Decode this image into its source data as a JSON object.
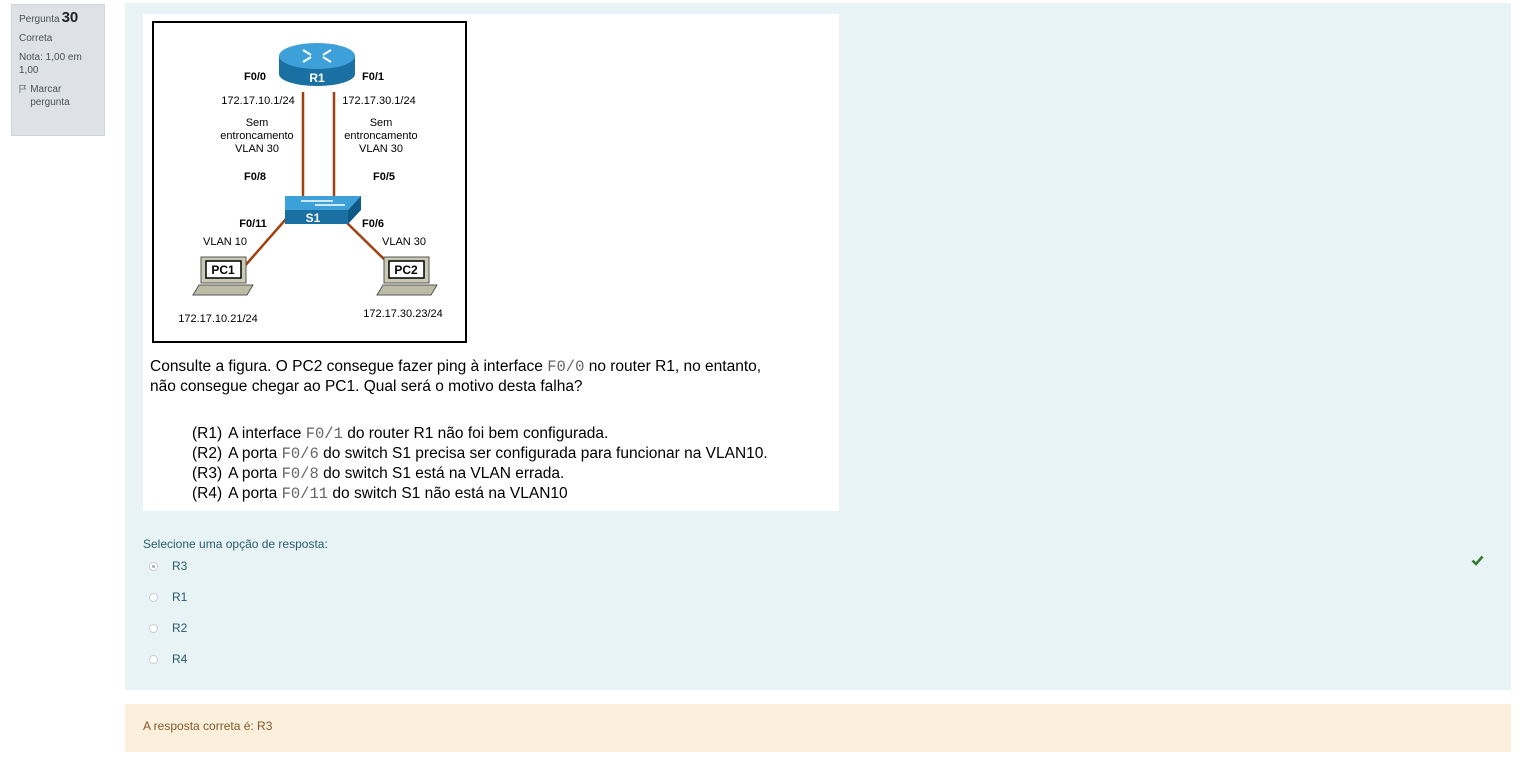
{
  "info": {
    "question_label": "Pergunta",
    "question_number": "30",
    "state": "Correta",
    "grade": "Nota: 1,00 em 1,00",
    "flag_label": "Marcar pergunta"
  },
  "diagram": {
    "router": {
      "name": "R1"
    },
    "switch": {
      "name": "S1"
    },
    "pc1": {
      "name": "PC1",
      "ip": "172.17.10.21/24",
      "port": "F0/11",
      "vlan": "VLAN 10"
    },
    "pc2": {
      "name": "PC2",
      "ip": "172.17.30.23/24",
      "port": "F0/6",
      "vlan": "VLAN 30"
    },
    "left_link": {
      "router_port": "F0/0",
      "router_ip": "172.17.10.1/24",
      "note_1": "Sem",
      "note_2": "entroncamento",
      "note_3": "VLAN 30",
      "switch_port": "F0/8"
    },
    "right_link": {
      "router_port": "F0/1",
      "router_ip": "172.17.30.1/24",
      "note_1": "Sem",
      "note_2": "entroncamento",
      "note_3": "VLAN 30",
      "switch_port": "F0/5"
    }
  },
  "question": {
    "line1_a": "Consulte a figura. O PC2 consegue fazer ping à interface ",
    "line1_code": "F0/0",
    "line1_b": " no router R1, no entanto,",
    "line2": "não consegue chegar ao PC1. Qual será o motivo desta falha?",
    "choices": [
      {
        "id": "(R1)",
        "a": "A interface ",
        "code": "F0/1",
        "b": " do router R1 não foi bem configurada."
      },
      {
        "id": "(R2)",
        "a": "A porta ",
        "code": "F0/6",
        "b": "  do switch S1 precisa ser configurada para funcionar na VLAN10."
      },
      {
        "id": "(R3)",
        "a": "A porta ",
        "code": "F0/8",
        "b": " do switch S1 está na VLAN errada."
      },
      {
        "id": "(R4)",
        "a": "A porta ",
        "code": "F0/11",
        "b": " do switch S1 não está na VLAN10"
      }
    ]
  },
  "answer": {
    "prompt": "Selecione uma opção de resposta:",
    "options": [
      "R3",
      "R1",
      "R2",
      "R4"
    ],
    "selected": "R3",
    "correct_color": "#357a32"
  },
  "feedback": {
    "text": "A resposta correta é: R3"
  }
}
